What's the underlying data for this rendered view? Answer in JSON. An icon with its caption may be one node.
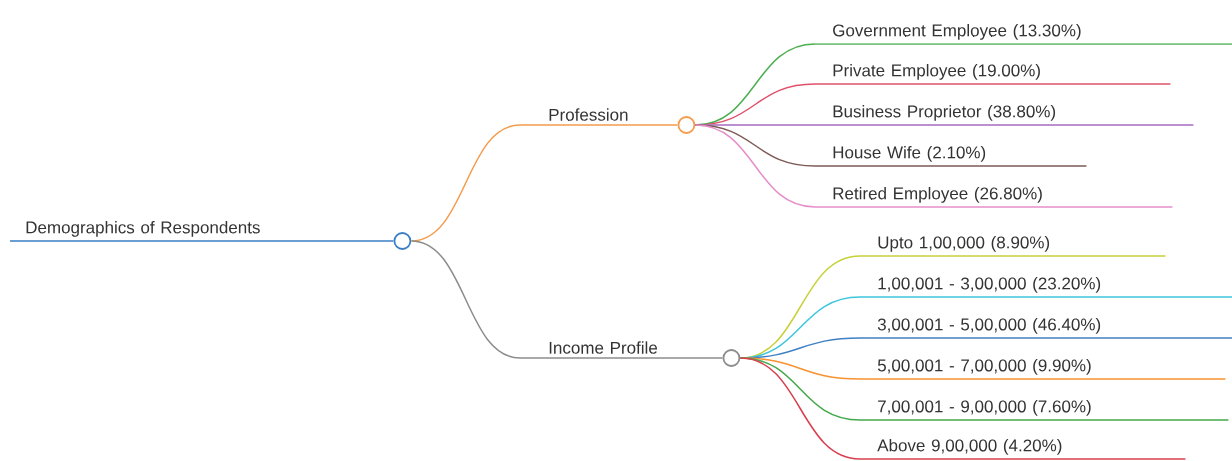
{
  "diagram": {
    "nodes": [
      {
        "text": [
          "Demographics of Respondents"
        ]
      },
      {
        "text": [
          "Profession"
        ]
      },
      {
        "text": [
          "Income Profile"
        ]
      },
      {
        "text": [
          "Government Employee (13.30%)"
        ]
      },
      {
        "text": [
          "Private Employee (19.00%)"
        ]
      },
      {
        "text": [
          "Business Proprietor (38.80%)"
        ]
      },
      {
        "text": [
          "House Wife (2.10%)"
        ]
      },
      {
        "text": [
          "Retired Employee (26.80%)"
        ]
      },
      {
        "text": [
          "Upto 1,00,000 (8.90%)"
        ]
      },
      {
        "text": [
          "1,00,001 - 3,00,000 (23.20%)"
        ]
      },
      {
        "text": [
          "3,00,001 - 5,00,000 (46.40%)"
        ]
      },
      {
        "text": [
          "5,00,001 - 7,00,000 (9.90%)"
        ]
      },
      {
        "text": [
          "7,00,001 - 9,00,000 (7.60%)"
        ]
      },
      {
        "text": [
          "Above 9,00,000 (4.20%)"
        ]
      }
    ],
    "edges": [
      {
        "from": 0,
        "to": 1,
        "arrow": "none",
        "color": "#f59b4c"
      },
      {
        "from": 0,
        "to": 2,
        "arrow": "none",
        "color": "#8c8c8c"
      },
      {
        "from": 1,
        "to": 3,
        "arrow": "none",
        "color": "#4caf50"
      },
      {
        "from": 1,
        "to": 4,
        "arrow": "none",
        "color": "#e0506a"
      },
      {
        "from": 1,
        "to": 5,
        "arrow": "none",
        "color": "#a66bbf"
      },
      {
        "from": 1,
        "to": 6,
        "arrow": "none",
        "color": "#7d5a55"
      },
      {
        "from": 1,
        "to": 7,
        "arrow": "none",
        "color": "#e58fc8"
      },
      {
        "from": 2,
        "to": 8,
        "arrow": "none",
        "color": "#c8d13a"
      },
      {
        "from": 2,
        "to": 9,
        "arrow": "none",
        "color": "#3ec6dc"
      },
      {
        "from": 2,
        "to": 10,
        "arrow": "none",
        "color": "#3f7fc4"
      },
      {
        "from": 2,
        "to": 11,
        "arrow": "none",
        "color": "#f7922f"
      },
      {
        "from": 2,
        "to": 12,
        "arrow": "none",
        "color": "#43a84a"
      },
      {
        "from": 2,
        "to": 13,
        "arrow": "none",
        "color": "#d9404f"
      }
    ]
  }
}
